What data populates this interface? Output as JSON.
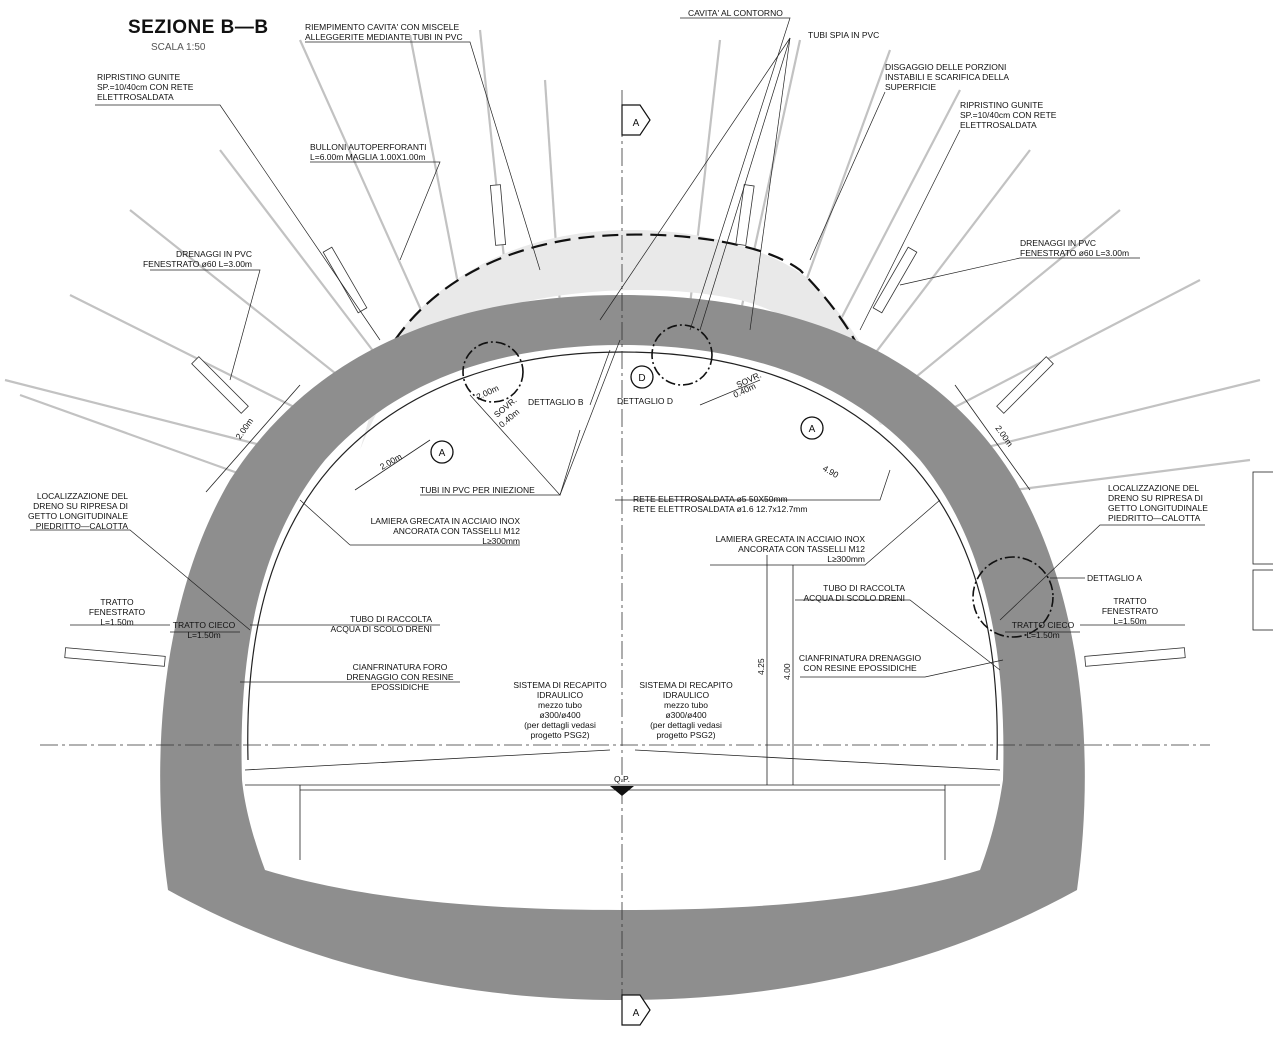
{
  "title": "SEZIONE B—B",
  "scale": "SCALA 1:50",
  "section_marks": {
    "top": "A",
    "bottom": "A"
  },
  "labels": {
    "riempimento_1": "RIEMPIMENTO CAVITA' CON MISCELE",
    "riempimento_2": "ALLEGGERITE MEDIANTE TUBI IN PVC",
    "cavita": "CAVITA' AL CONTORNO",
    "tubi_spia": "TUBI SPIA IN PVC",
    "disgaggio_1": "DISGAGGIO DELLE PORZIONI",
    "disgaggio_2": "INSTABILI E SCARIFICA DELLA",
    "disgaggio_3": "SUPERFICIE",
    "gunite_left_1": "RIPRISTINO GUNITE",
    "gunite_left_2": "SP.=10/40cm CON RETE",
    "gunite_left_3": "ELETTROSALDATA",
    "gunite_right_1": "RIPRISTINO GUNITE",
    "gunite_right_2": "SP.=10/40cm CON RETE",
    "gunite_right_3": "ELETTROSALDATA",
    "bulloni_1": "BULLONI AUTOPERFORANTI",
    "bulloni_2": "L=6.00m MAGLIA 1.00X1.00m",
    "drenaggi_left_1": "DRENAGGI IN PVC",
    "drenaggi_left_2": "FENESTRATO ø60 L=3.00m",
    "drenaggi_right_1": "DRENAGGI IN PVC",
    "drenaggi_right_2": "FENESTRATO ø60 L=3.00m",
    "dettaglio_b": "DETTAGLIO B",
    "dettaglio_d": "DETTAGLIO D",
    "dettaglio_a": "DETTAGLIO A",
    "tubi_iniezione": "TUBI IN PVC PER INIEZIONE",
    "rete_1": "RETE ELETTROSALDATA ø5 50X50mm",
    "rete_2": "RETE ELETTROSALDATA ø1.6 12.7x12.7mm",
    "lamiera_left_1": "LAMIERA GRECATA IN ACCIAIO INOX",
    "lamiera_left_2": "ANCORATA CON TASSELLI M12",
    "lamiera_left_3": "L≥300mm",
    "lamiera_right_1": "LAMIERA GRECATA IN ACCIAIO INOX",
    "lamiera_right_2": "ANCORATA CON TASSELLI M12",
    "lamiera_right_3": "L≥300mm",
    "loc_left_1": "LOCALIZZAZIONE DEL",
    "loc_left_2": "DRENO SU RIPRESA DI",
    "loc_left_3": "GETTO LONGITUDINALE",
    "loc_left_4": "PIEDRITTO—CALOTTA",
    "loc_right_1": "LOCALIZZAZIONE DEL",
    "loc_right_2": "DRENO SU RIPRESA DI",
    "loc_right_3": "GETTO LONGITUDINALE",
    "loc_right_4": "PIEDRITTO—CALOTTA",
    "tubo_left_1": "TUBO DI RACCOLTA",
    "tubo_left_2": "ACQUA DI SCOLO DRENI",
    "tubo_right_1": "TUBO DI RACCOLTA",
    "tubo_right_2": "ACQUA DI SCOLO DRENI",
    "tratto_fen_left_1": "TRATTO",
    "tratto_fen_left_2": "FENESTRATO",
    "tratto_fen_left_3": "L=1.50m",
    "tratto_cieco_left_1": "TRATTO CIECO",
    "tratto_cieco_left_2": "L=1.50m",
    "tratto_fen_right_1": "TRATTO",
    "tratto_fen_right_2": "FENESTRATO",
    "tratto_fen_right_3": "L=1.50m",
    "tratto_cieco_right_1": "TRATTO CIECO",
    "tratto_cieco_right_2": "L=1.50m",
    "cianf_left_1": "CIANFRINATURA FORO",
    "cianf_left_2": "DRENAGGIO CON RESINE",
    "cianf_left_3": "EPOSSIDICHE",
    "cianf_right_1": "CIANFRINATURA DRENAGGIO",
    "cianf_right_2": "CON RESINE EPOSSIDICHE",
    "sist_left_1": "SISTEMA DI RECAPITO",
    "sist_left_2": "IDRAULICO",
    "sist_left_3": "mezzo tubo",
    "sist_left_4": "ø300/ø400",
    "sist_left_5": "(per dettagli vedasi",
    "sist_left_6": "progetto PSG2)",
    "sist_right_1": "SISTEMA DI RECAPITO",
    "sist_right_2": "IDRAULICO",
    "sist_right_3": "mezzo tubo",
    "sist_right_4": "ø300/ø400",
    "sist_right_5": "(per dettagli vedasi",
    "sist_right_6": "progetto PSG2)",
    "qp": "Q.P."
  },
  "dimensions": {
    "d_2m_left": "2.00m",
    "d_2m_right": "2.00m",
    "d_2m_inner": "2.00m",
    "d_2m_b": "2.00m",
    "sovr_left_1": "SOVR.",
    "sovr_left_2": "0.40m",
    "sovr_right_1": "SOVR.",
    "sovr_right_2": "0.40m",
    "radius": "4.90",
    "h_425": "4.25",
    "h_400": "4.00"
  },
  "tags": {
    "a_left": "A",
    "a_right": "A",
    "d": "D"
  },
  "colors": {
    "lining": "#8e8e8e",
    "bolts": "#c2c2c2",
    "fill": "#e9e9e9",
    "ink": "#111111"
  }
}
